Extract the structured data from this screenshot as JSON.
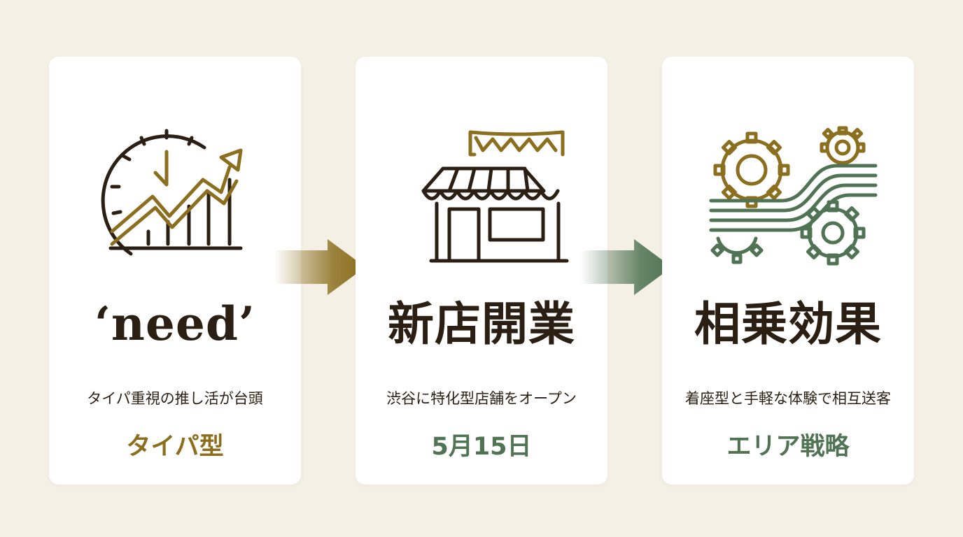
{
  "colors": {
    "background": "#f4f0e6",
    "card": "#ffffff",
    "ink": "#2a1f12",
    "gold": "#8b6e1e",
    "green": "#4f7353"
  },
  "cards": [
    {
      "icon": "clock-growth-chart-icon",
      "title": "‘need’",
      "description": "タイパ重視の推し活が台頭",
      "keyword": "タイパ型"
    },
    {
      "icon": "storefront-icon",
      "title": "新店開業",
      "description": "渋谷に特化型店舗をオープン",
      "keyword": "5月15日"
    },
    {
      "icon": "gears-flow-icon",
      "title": "相乗効果",
      "description": "着座型と手軽な体験で相互送客",
      "keyword": "エリア戦略"
    }
  ],
  "arrows": [
    {
      "icon": "arrow-right-icon",
      "color": "#8b6e1e"
    },
    {
      "icon": "arrow-right-icon",
      "color": "#4f7353"
    }
  ]
}
